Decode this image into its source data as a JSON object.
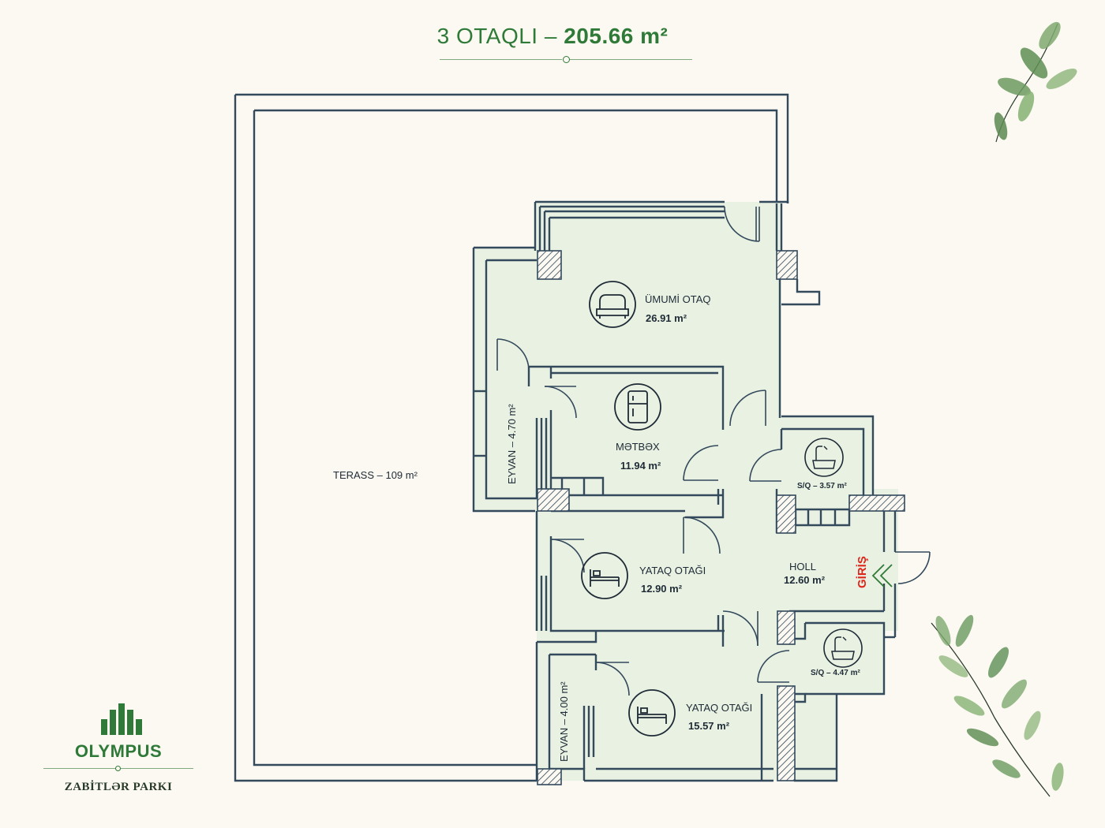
{
  "header": {
    "rooms": "3 OTAQLI",
    "separator": "–",
    "area": "205.66 m²"
  },
  "rooms": {
    "umumi": {
      "name": "ÜMUMİ OTAQ",
      "area": "26.91 m²"
    },
    "metbex": {
      "name": "MƏTBƏX",
      "area": "11.94 m²"
    },
    "sq1": {
      "label": "S/Q – 3.57 m²"
    },
    "holl": {
      "name": "HOLL",
      "area": "12.60 m²"
    },
    "yataq1": {
      "name": "YATAQ OTAĞI",
      "area": "12.90 m²"
    },
    "sq2": {
      "label": "S/Q – 4.47 m²"
    },
    "yataq2": {
      "name": "YATAQ OTAĞI",
      "area": "15.57 m²"
    },
    "eyvan1": {
      "label": "EYVAN – 4.70 m²"
    },
    "eyvan2": {
      "label": "EYVAN – 4.00 m²"
    },
    "terass": {
      "label": "TERASS – 109 m²"
    },
    "entrance": {
      "label": "GİRİŞ"
    }
  },
  "logo": {
    "name": "OLYMPUS",
    "subtitle": "ZABİTLƏR PARKI"
  },
  "colors": {
    "wall": "#33495c",
    "floor": "#e9f1e2",
    "accent_green": "#2f7a38",
    "entrance_red": "#e0251b",
    "background": "#fbf9f1"
  },
  "icons": [
    "sofa-icon",
    "fridge-icon",
    "bathtub-icon",
    "bed-icon",
    "entrance-chevron-icon",
    "leaf-decoration",
    "olympus-logo-icon"
  ]
}
